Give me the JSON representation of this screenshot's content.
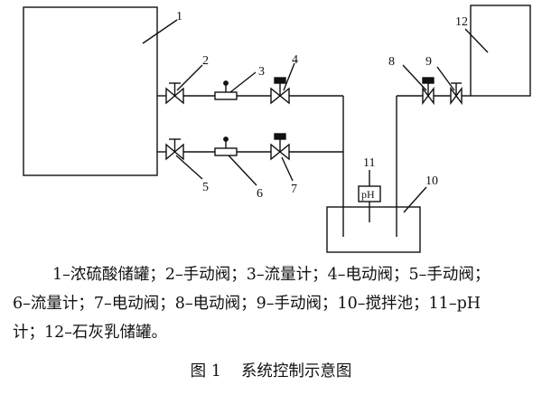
{
  "diagram": {
    "labels": {
      "n1": "1",
      "n2": "2",
      "n3": "3",
      "n4": "4",
      "n5": "5",
      "n6": "6",
      "n7": "7",
      "n8": "8",
      "n9": "9",
      "n10": "10",
      "n11": "11",
      "n12": "12"
    },
    "ph_meter_text": "pH"
  },
  "legend": {
    "line1": "1–浓硫酸储罐；2–手动阀；3–流量计；4–电动阀；5–手动阀；",
    "line2": "6–流量计；7–电动阀；8–电动阀；9–手动阀；10–搅拌池；11–pH",
    "line3": "计；12–石灰乳储罐。"
  },
  "caption": {
    "figure_number": "图 1",
    "title": "系统控制示意图"
  }
}
